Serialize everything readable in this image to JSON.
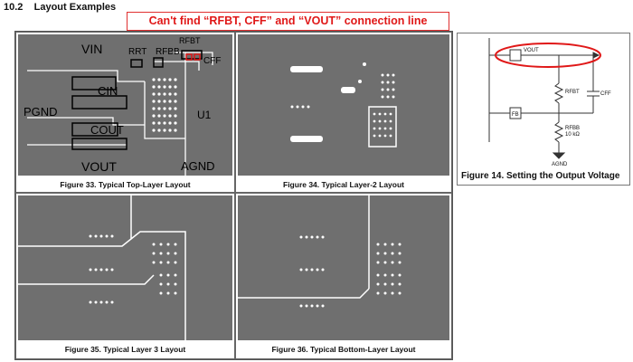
{
  "section_title": "10.2    Layout Examples",
  "callout": {
    "text": "Can't find “RFBT, CFF” and “VOUT” connection line",
    "color": "#e01818"
  },
  "figures": [
    {
      "caption": "Figure 33. Typical Top-Layer Layout"
    },
    {
      "caption": "Figure 34. Typical Layer-2 Layout"
    },
    {
      "caption": "Figure 35. Typical Layer 3 Layout"
    },
    {
      "caption": "Figure 36. Typical Bottom-Layer Layout"
    }
  ],
  "top_layer_labels": {
    "vin": "VIN",
    "rrt": "RRT",
    "rfbb": "RFBB",
    "rfbt": "RFBT",
    "cff": "CFF",
    "cin": "CIN",
    "pgnd": "PGND",
    "cout": "COUT",
    "u1": "U1",
    "vout": "VOUT",
    "agnd": "AGND"
  },
  "schematic": {
    "caption": "Figure 14.  Setting the Output Voltage",
    "vout": "VOUT",
    "fb": "FB",
    "rfbt": "RFBT",
    "cff": "CFF",
    "rfbb": "RFBB",
    "rfbb_value": "10 kΩ",
    "agnd": "AGND"
  },
  "colors": {
    "pcb_background": "#6f6f6f",
    "copper": "#ffffff",
    "highlight": "#e01818"
  }
}
